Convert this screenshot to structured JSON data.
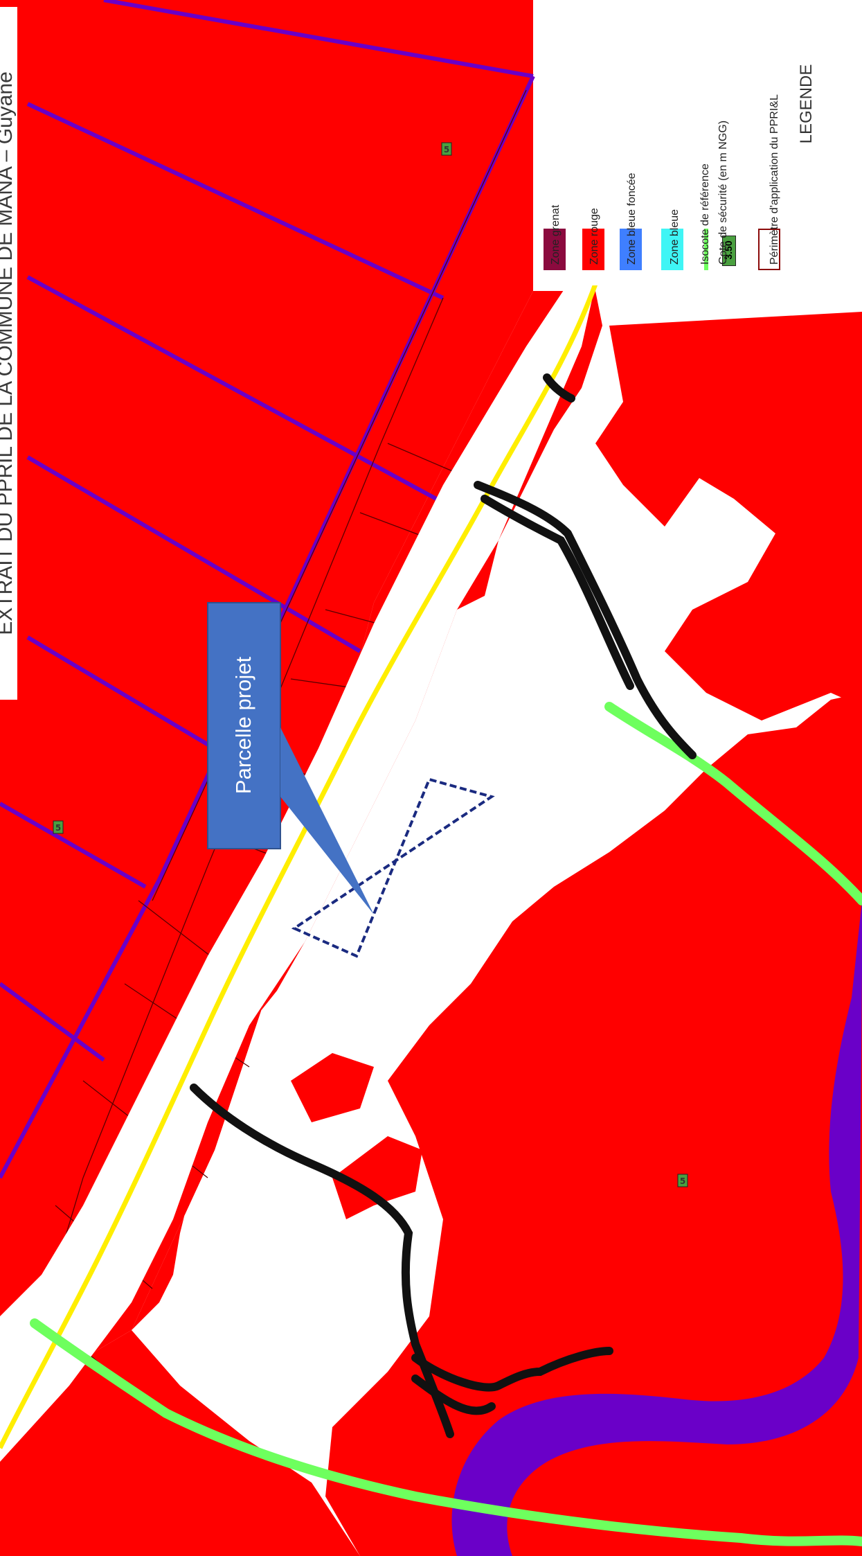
{
  "title": "EXTRAIT DU PPRIL DE LA COMMUNE DE MANA – Guyane",
  "callout": {
    "label": "Parcelle projet"
  },
  "legend": {
    "title": "LEGENDE",
    "items": [
      {
        "label": "Zone grenat",
        "color": "#8b0a3e",
        "icon": "swatch"
      },
      {
        "label": "Zone rouge",
        "color": "#ff0000",
        "icon": "swatch"
      },
      {
        "label": "Zone bleue foncée",
        "color": "#3f7fff",
        "icon": "swatch"
      },
      {
        "label": "Zone bleue",
        "color": "#3ff5f5",
        "icon": "swatch"
      },
      {
        "label": "Isocote de référence",
        "color": "#6eff5e",
        "icon": "green-line"
      },
      {
        "label": "Cote de sécurité (en m NGG)",
        "badge": "3.50",
        "icon": "cote-badge"
      },
      {
        "label": "Périmètre d'application du PPRI&L",
        "color": "#8b0a0a",
        "icon": "outline-box"
      }
    ]
  },
  "map": {
    "cote_labels": [
      "5",
      "5",
      "5"
    ],
    "colors": {
      "red_zone": "#ff0000",
      "river": "#6a00c8",
      "isocote": "#6eff5e",
      "road": "#ffee00",
      "cote_badge": "#4aa040"
    }
  }
}
